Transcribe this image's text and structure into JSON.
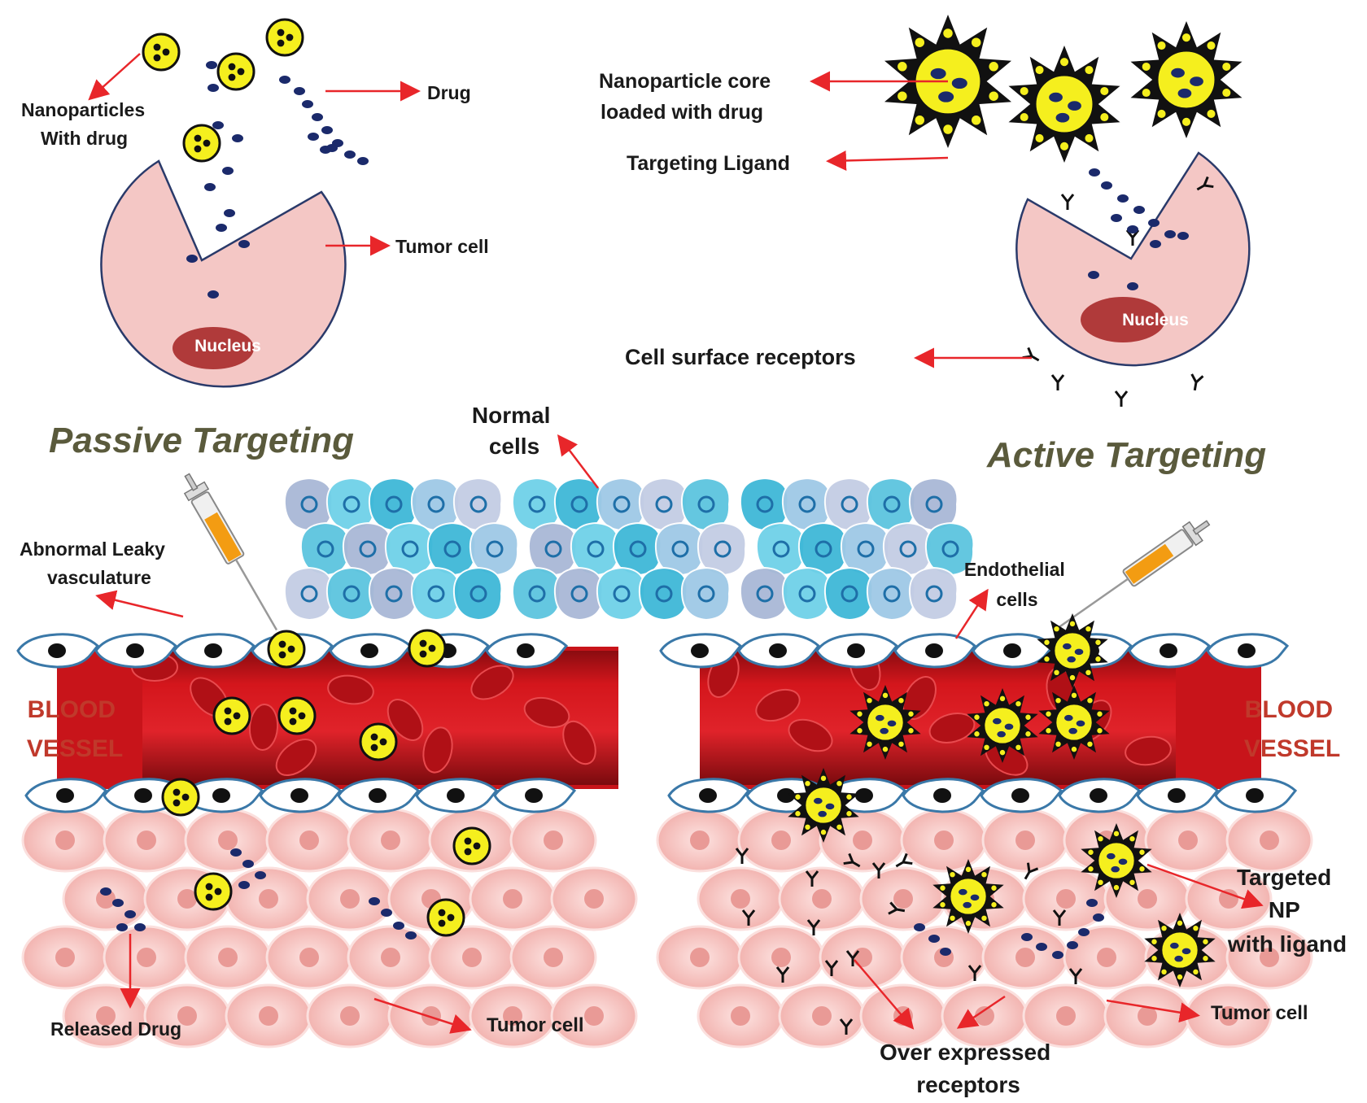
{
  "passive": {
    "title": "Passive Targeting",
    "nanoparticles_label": [
      "Nanoparticles",
      "With drug"
    ],
    "drug_label": "Drug",
    "tumor_cell_label": "Tumor cell",
    "nucleus_label": "Nucleus",
    "leaky_label": [
      "Abnormal Leaky",
      "vasculature"
    ],
    "released_drug_label": "Released Drug",
    "tumor_cell_bottom_label": "Tumor cell",
    "vessel_label": [
      "BLOOD",
      "VESSEL"
    ]
  },
  "active": {
    "title": "Active Targeting",
    "core_label": [
      "Nanoparticle core",
      "loaded with  drug"
    ],
    "ligand_label": "Targeting Ligand",
    "receptors_label": "Cell  surface receptors",
    "nucleus_label": "Nucleus",
    "endothelial_label": [
      "Endothelial",
      "cells"
    ],
    "targeted_np_label": [
      "Targeted",
      "NP",
      "with ligand"
    ],
    "tumor_cell_bottom_label": "Tumor cell",
    "over_expressed_label": [
      "Over expressed",
      "receptors"
    ],
    "vessel_label": [
      "BLOOD",
      "VESSEL"
    ]
  },
  "normal_cells_label": [
    "Normal",
    "cells"
  ],
  "colors": {
    "arrow": "#e8262a",
    "nanoparticle": "#f5ef1e",
    "drug": "#1b2a6b",
    "tumor_cell": "#f4c7c5",
    "nucleus": "#b03a3a",
    "vessel": "#c8141a",
    "title": "#5a5a3c"
  }
}
